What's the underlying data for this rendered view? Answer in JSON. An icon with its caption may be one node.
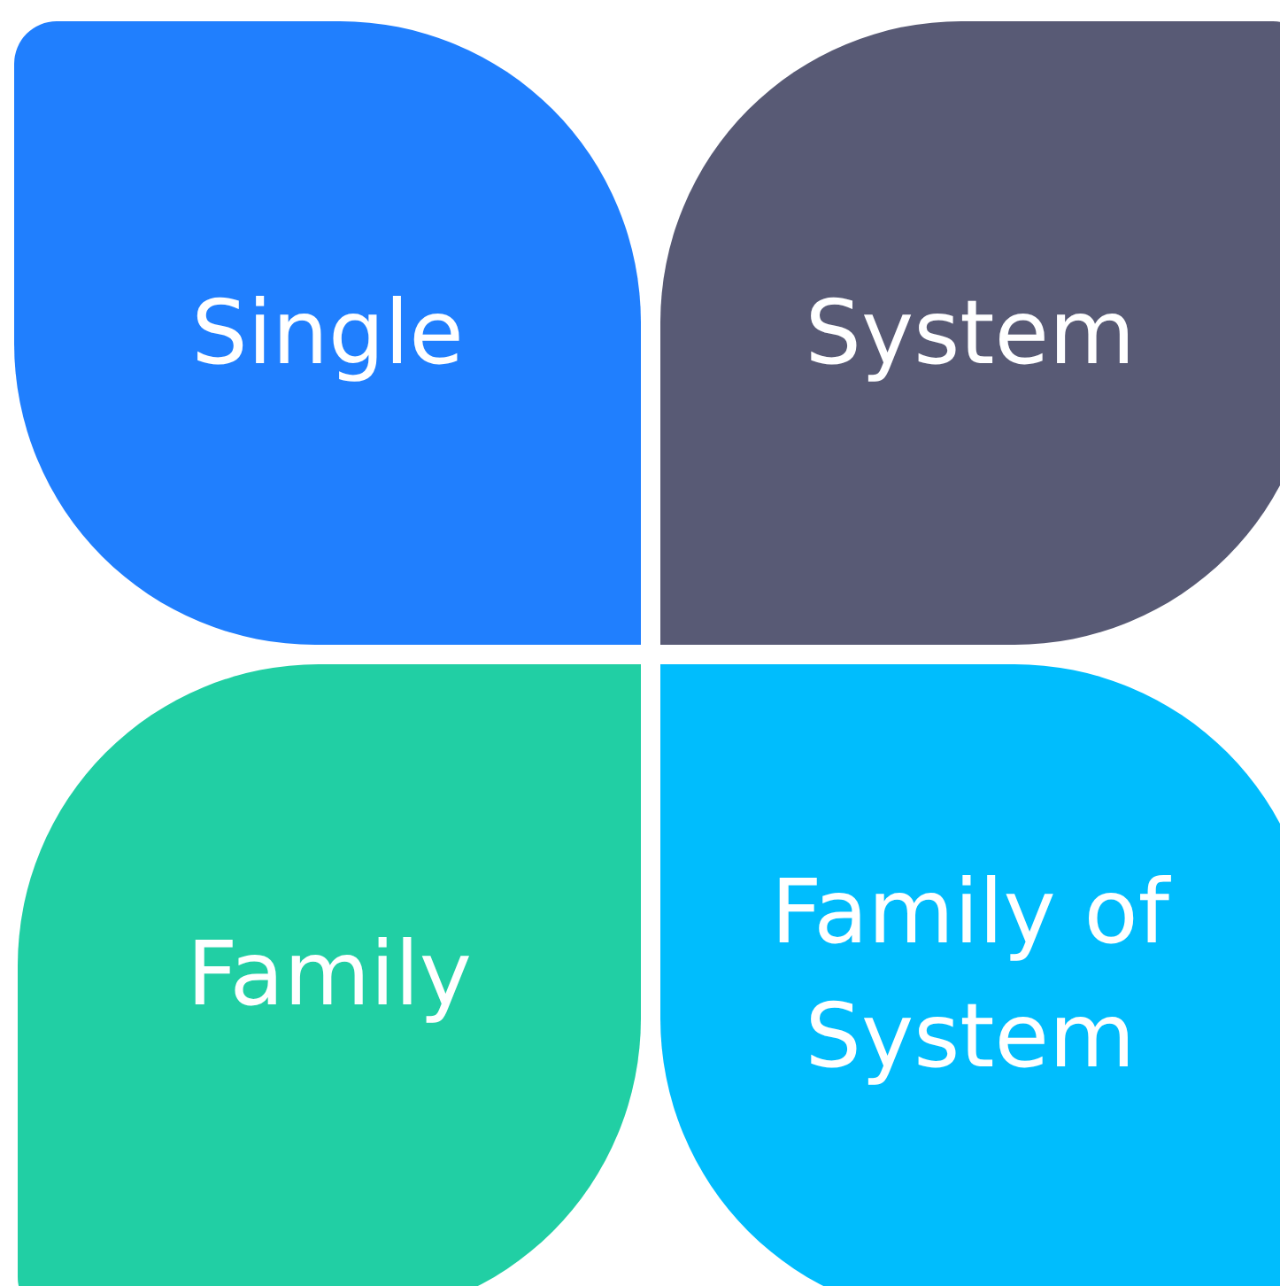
{
  "diagram": {
    "nodes": [
      {
        "text": [
          "Single"
        ]
      },
      {
        "text": [
          "System"
        ]
      },
      {
        "text": [
          "Family"
        ]
      },
      {
        "text": [
          "Family of System"
        ]
      }
    ]
  }
}
